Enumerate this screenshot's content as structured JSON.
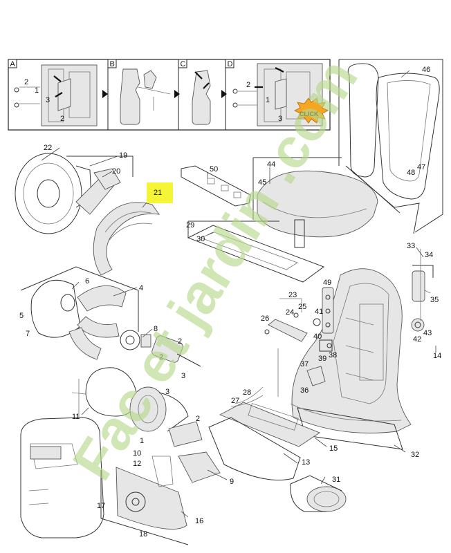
{
  "inset_panels": [
    {
      "letter": "A",
      "callouts": [
        "2",
        "1",
        "3",
        "2"
      ]
    },
    {
      "letter": "B",
      "callouts": []
    },
    {
      "letter": "C",
      "callouts": []
    },
    {
      "letter": "D",
      "callouts": [
        "2",
        "1",
        "3"
      ]
    }
  ],
  "click_badge": "CLICK",
  "highlighted_part": "21",
  "part_numbers": [
    "1",
    "2",
    "2",
    "2",
    "3",
    "3",
    "4",
    "5",
    "6",
    "7",
    "8",
    "9",
    "10",
    "11",
    "12",
    "13",
    "14",
    "15",
    "16",
    "17",
    "18",
    "19",
    "20",
    "21",
    "22",
    "23",
    "24",
    "25",
    "26",
    "27",
    "28",
    "29",
    "30",
    "31",
    "32",
    "33",
    "34",
    "35",
    "36",
    "37",
    "38",
    "39",
    "40",
    "41",
    "42",
    "43",
    "44",
    "45",
    "46",
    "47",
    "48",
    "49",
    "50"
  ],
  "watermark": {
    "text": "Fac et jardin .com",
    "green": "#b5d88a",
    "orange": "#f5b26b",
    "grey": "#b8ad9e"
  },
  "colors": {
    "highlight": "#f5f538",
    "click": "#f5a623"
  }
}
